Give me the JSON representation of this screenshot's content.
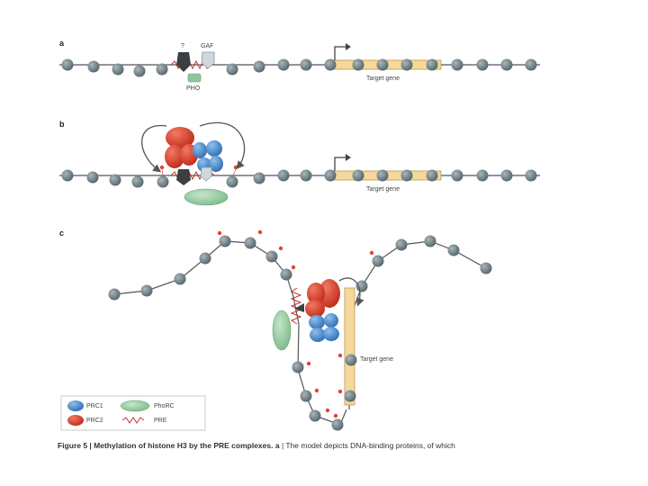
{
  "panels": {
    "a": "a",
    "b": "b",
    "c": "c"
  },
  "labels": {
    "unknown": "?",
    "gaf": "GAF",
    "pho": "PHO",
    "target_gene": "Target gene"
  },
  "legend": {
    "prc1": "PRC1",
    "prc2": "PRC2",
    "phorc": "PhoRC",
    "pre": "PRE"
  },
  "colors": {
    "nucleosome": "#6f8088",
    "gene": "#f6d99a",
    "prc1": "#4a86c8",
    "prc2": "#d9412e",
    "phorc": "#8fc79a",
    "pre": "#c0392b",
    "methyl": "#e0443a"
  },
  "caption": {
    "bold": "Figure 5 | Methylation of histone H3 by the PRE complexes. a",
    "rest": " | The model depicts DNA-binding proteins, of which"
  }
}
